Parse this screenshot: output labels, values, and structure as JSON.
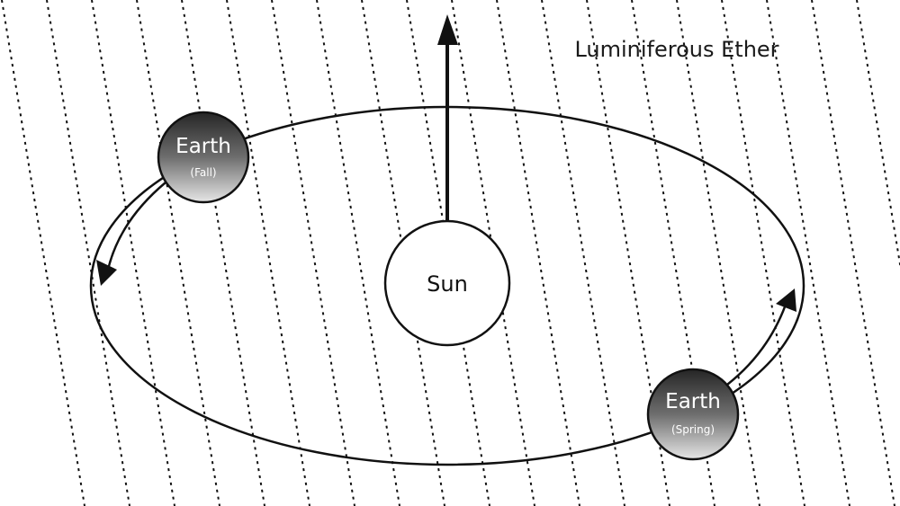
{
  "title": "Luminiferous Ether",
  "sun": {
    "label": "Sun"
  },
  "earth_fall": {
    "label": "Earth",
    "season": "(Fall)"
  },
  "earth_spring": {
    "label": "Earth",
    "season": "(Spring)"
  },
  "colors": {
    "background": "#ffffff",
    "ink": "#111111",
    "earth_light": "#e6e6e6",
    "earth_dark": "#262626"
  }
}
